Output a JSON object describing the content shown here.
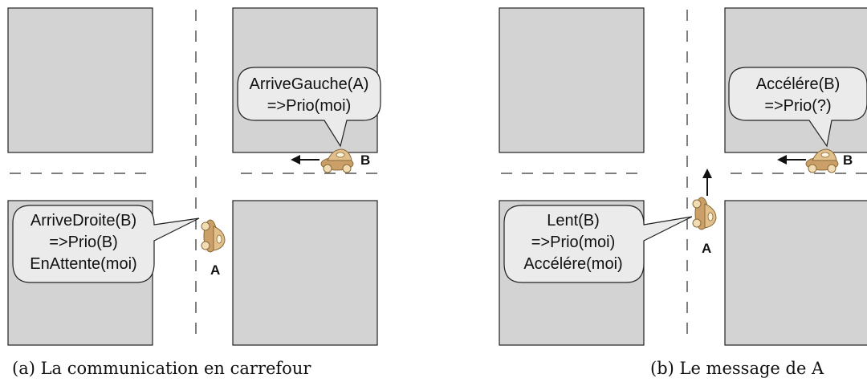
{
  "panel_a": {
    "caption": "(a) La communication en carrefour",
    "bubble_top": [
      "ArriveGauche(A)",
      "=>Prio(moi)"
    ],
    "bubble_bottom": [
      "ArriveDroite(B)",
      "=>Prio(B)",
      "EnAttente(moi)"
    ],
    "car_b_label": "B",
    "car_a_label": "A"
  },
  "panel_b": {
    "caption": "(b) Le message de A",
    "bubble_top": [
      "Accélére(B)",
      "=>Prio(?)"
    ],
    "bubble_bottom": [
      "Lent(B)",
      "=>Prio(moi)",
      "Accélére(moi)"
    ],
    "car_b_label": "B",
    "car_a_label": "A"
  },
  "colors": {
    "block": "#d3d3d3",
    "bubble": "#ebebeb",
    "car": "#d8b27a"
  },
  "icons": {
    "car": "car-icon",
    "arrow": "arrow-icon"
  }
}
